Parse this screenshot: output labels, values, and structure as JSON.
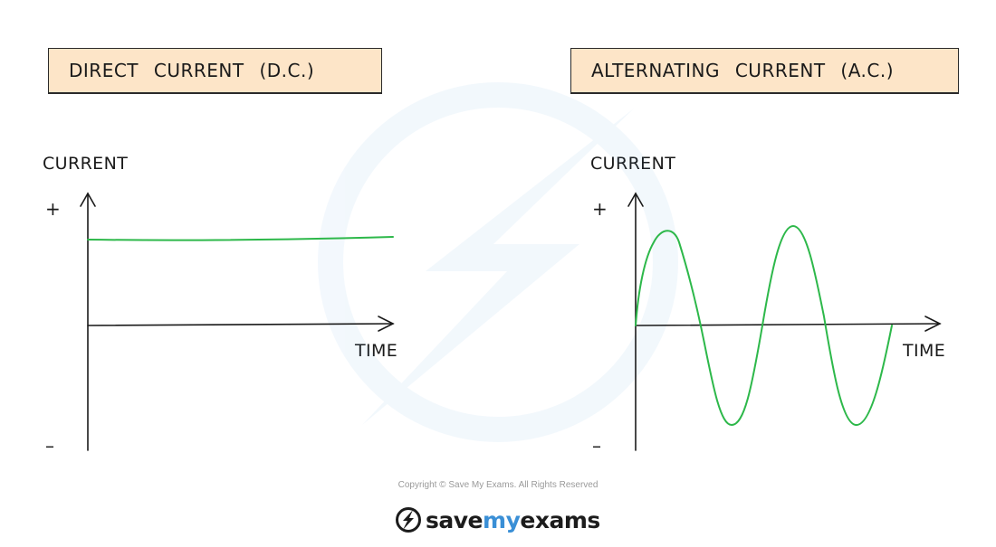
{
  "panels": {
    "dc": {
      "title": "DIRECT   CURRENT   (D.C.)",
      "y_label": "CURRENT",
      "x_label": "TIME",
      "plus": "+",
      "minus": "–"
    },
    "ac": {
      "title": "ALTERNATING   CURRENT   (A.C.)",
      "y_label": "CURRENT",
      "x_label": "TIME",
      "plus": "+",
      "minus": "–"
    }
  },
  "colors": {
    "title_fill": "#fde5c8",
    "line": "#2db84a",
    "axis": "#1a1a1a",
    "brand_accent": "#3a8fd6"
  },
  "footer": {
    "copyright": "Copyright © Save My Exams. All Rights Reserved",
    "brand_part1": "save",
    "brand_part2": "my",
    "brand_part3": "exams",
    "brand_icon": "lightning-bolt-icon"
  }
}
